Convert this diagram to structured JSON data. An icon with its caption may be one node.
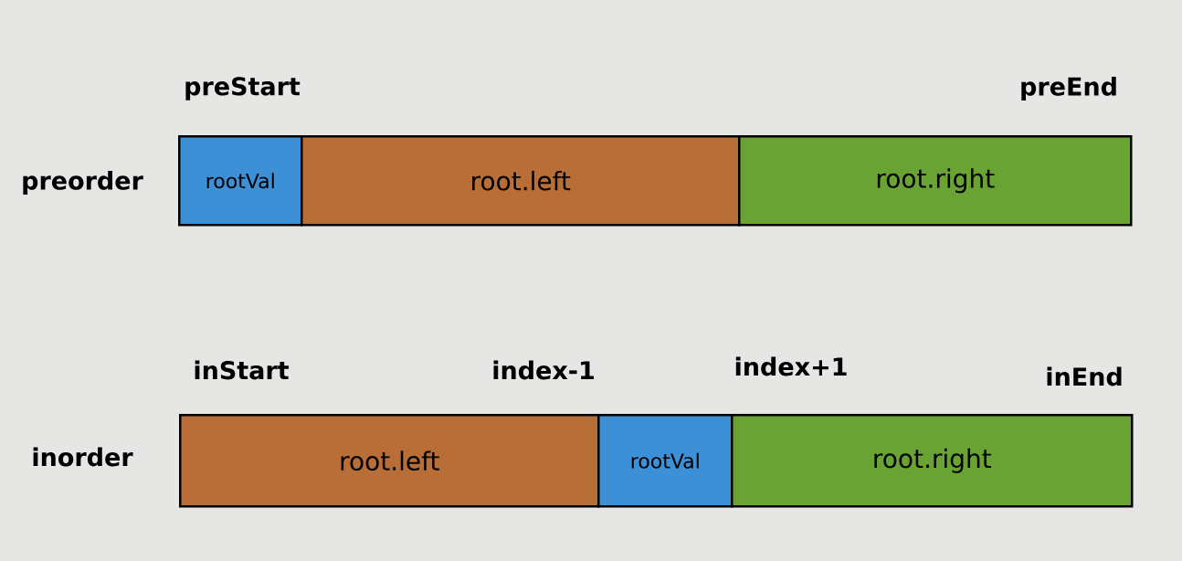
{
  "diagram": {
    "nodes": [
      {
        "text": [
          "rootVal"
        ]
      },
      {
        "text": [
          "root.left"
        ]
      },
      {
        "text": [
          "root.right"
        ]
      },
      {
        "text": [
          "root.left"
        ]
      },
      {
        "text": [
          "rootVal"
        ]
      },
      {
        "text": [
          "root.right"
        ]
      }
    ],
    "labels": [
      "preStart",
      "preEnd",
      "preorder",
      "inStart",
      "index-1",
      "index+1",
      "inEnd",
      "inorder"
    ]
  }
}
